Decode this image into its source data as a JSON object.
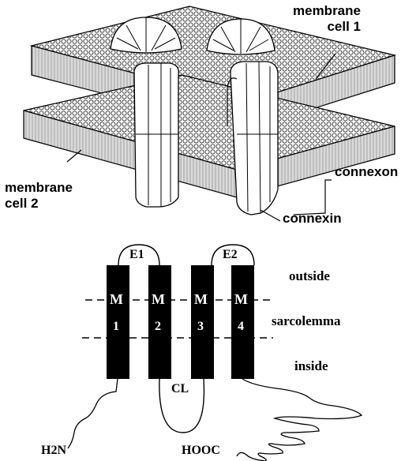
{
  "upper_diagram": {
    "labels": {
      "membrane_cell1": [
        "membrane",
        "cell 1"
      ],
      "membrane_cell2": [
        "membrane",
        "cell 2"
      ],
      "connexon": "connexon",
      "connexin": "connexin"
    }
  },
  "lower_diagram": {
    "extracellular_loops": [
      "E1",
      "E2"
    ],
    "cytoplasmic_loop": "CL",
    "segments": [
      {
        "letter": "M",
        "number": "1"
      },
      {
        "letter": "M",
        "number": "2"
      },
      {
        "letter": "M",
        "number": "3"
      },
      {
        "letter": "M",
        "number": "4"
      }
    ],
    "region_labels": {
      "outside": "outside",
      "sarcolemma": "sarcolemma",
      "inside": "inside"
    },
    "termini": {
      "n_terminus": "H2N",
      "c_terminus": "HOOC"
    }
  },
  "colors": {
    "ink": "#000000",
    "membrane_fill": "#dcdcdc",
    "background": "#ffffff"
  }
}
